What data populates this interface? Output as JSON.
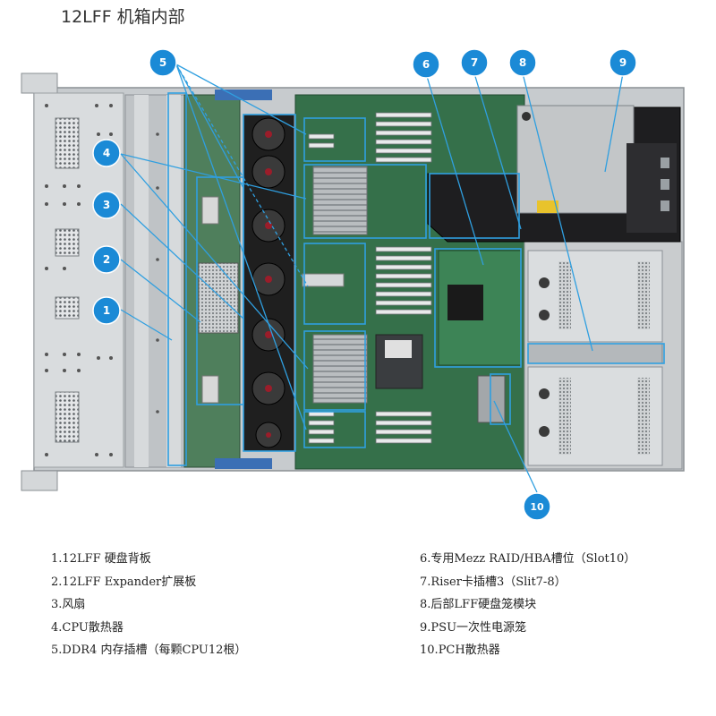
{
  "title": "12LFF 机箱内部",
  "callouts": [
    {
      "number": "1",
      "label": "12LFF 硬盘背板"
    },
    {
      "number": "2",
      "label": "12LFF Expander扩展板"
    },
    {
      "number": "3",
      "label": "风扇"
    },
    {
      "number": "4",
      "label": "CPU散热器"
    },
    {
      "number": "5",
      "label": "DDR4 内存插槽（每颗CPU12根）"
    },
    {
      "number": "6",
      "label": "专用Mezz RAID/HBA槽位（Slot10）"
    },
    {
      "number": "7",
      "label": "Riser卡插槽3（Slit7-8）"
    },
    {
      "number": "8",
      "label": "后部LFF硬盘笼模块"
    },
    {
      "number": "9",
      "label": "PSU一次性电源笼"
    },
    {
      "number": "10",
      "label": "PCH散热器"
    }
  ],
  "colors": {
    "callout_fill": "#1b8ad6",
    "callout_text": "#ffffff",
    "highlight": "#2f9fe0",
    "chassis": "#cfd3d6",
    "board": "#2e7a4a",
    "fan": "#2a2a2a"
  }
}
